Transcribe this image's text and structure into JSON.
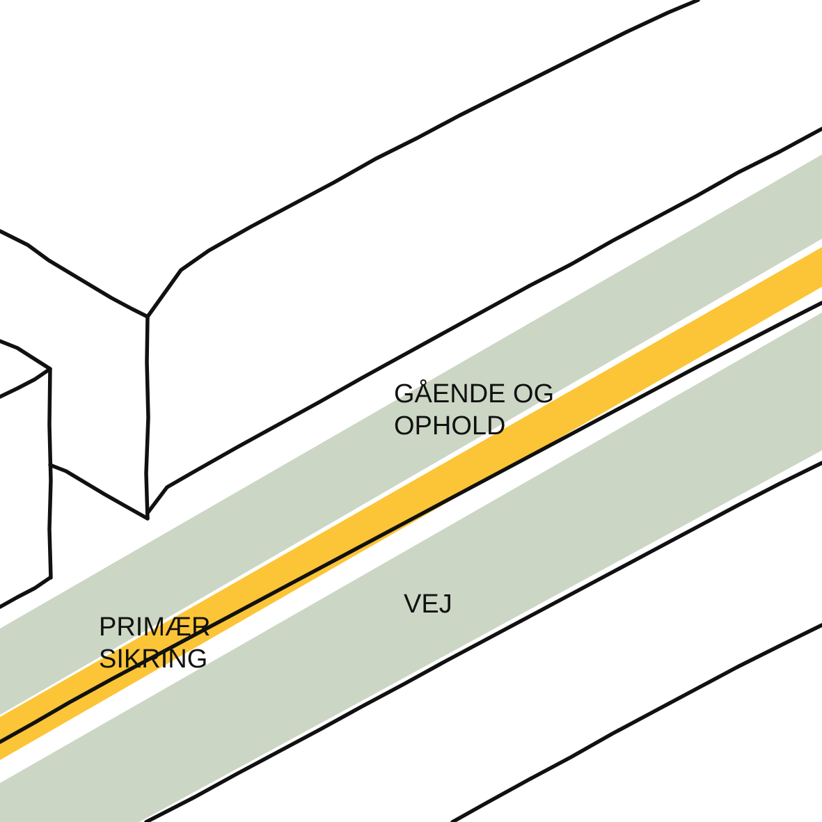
{
  "colors": {
    "background": "#ffffff",
    "sketch_line": "#111111",
    "zone_fill": "#ccd6c4",
    "primary_safety_fill": "#fbc537"
  },
  "labels": {
    "pedestrian_zone": {
      "line1": "GÅENDE OG",
      "line2": "OPHOLD"
    },
    "road": {
      "line1": "VEJ"
    },
    "primary_safety": {
      "line1": "PRIMÆR",
      "line2": "SIKRING"
    }
  }
}
